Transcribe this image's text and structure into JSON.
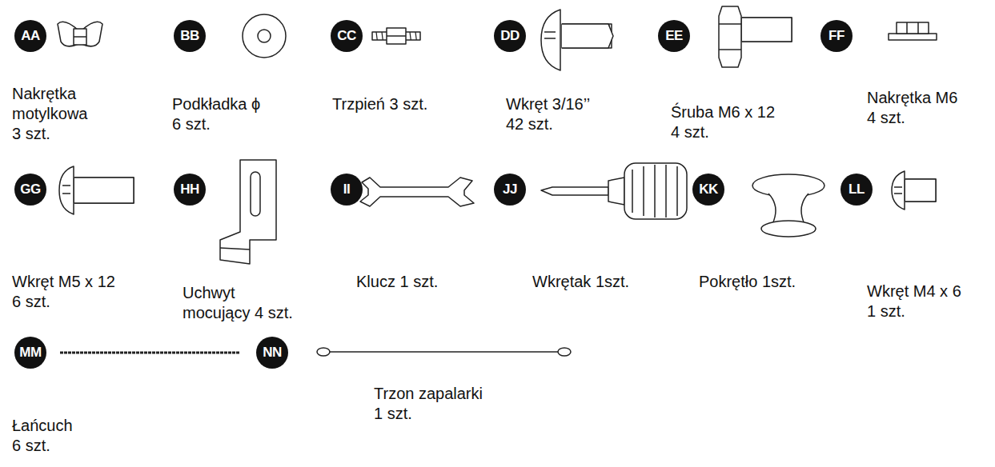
{
  "diagram": {
    "nodes": [
      {
        "text": [
          "AA"
        ]
      },
      {
        "text": [
          "BB"
        ]
      },
      {
        "text": [
          "CC"
        ]
      },
      {
        "text": [
          "DD"
        ]
      },
      {
        "text": [
          "EE"
        ]
      },
      {
        "text": [
          "FF"
        ]
      },
      {
        "text": [
          "GG"
        ]
      },
      {
        "text": [
          "HH"
        ]
      },
      {
        "text": [
          "II"
        ]
      },
      {
        "text": [
          "JJ"
        ]
      },
      {
        "text": [
          "KK"
        ]
      },
      {
        "text": [
          "LL"
        ]
      },
      {
        "text": [
          "MM"
        ]
      },
      {
        "text": [
          "NN"
        ]
      }
    ],
    "labels": [
      "Nakrętka motylkowa 3 szt.",
      "Podkładka ϕ 6 szt.",
      "Trzpień 3 szt.",
      "Wkręt 3/16’’ 42 szt.",
      "Śruba M6 x 12 4 szt.",
      "Nakrętka M6 4 szt.",
      "Wkręt M5 x 12 6 szt.",
      "Uchwyt mocujący 4 szt.",
      "Klucz 1 szt.",
      "Wkrętak 1szt.",
      "Pokrętło 1szt.",
      "Wkręt M4 x 6 1 szt.",
      "Łańcuch 6 szt.",
      "Trzon zapalarki 1 szt."
    ]
  }
}
